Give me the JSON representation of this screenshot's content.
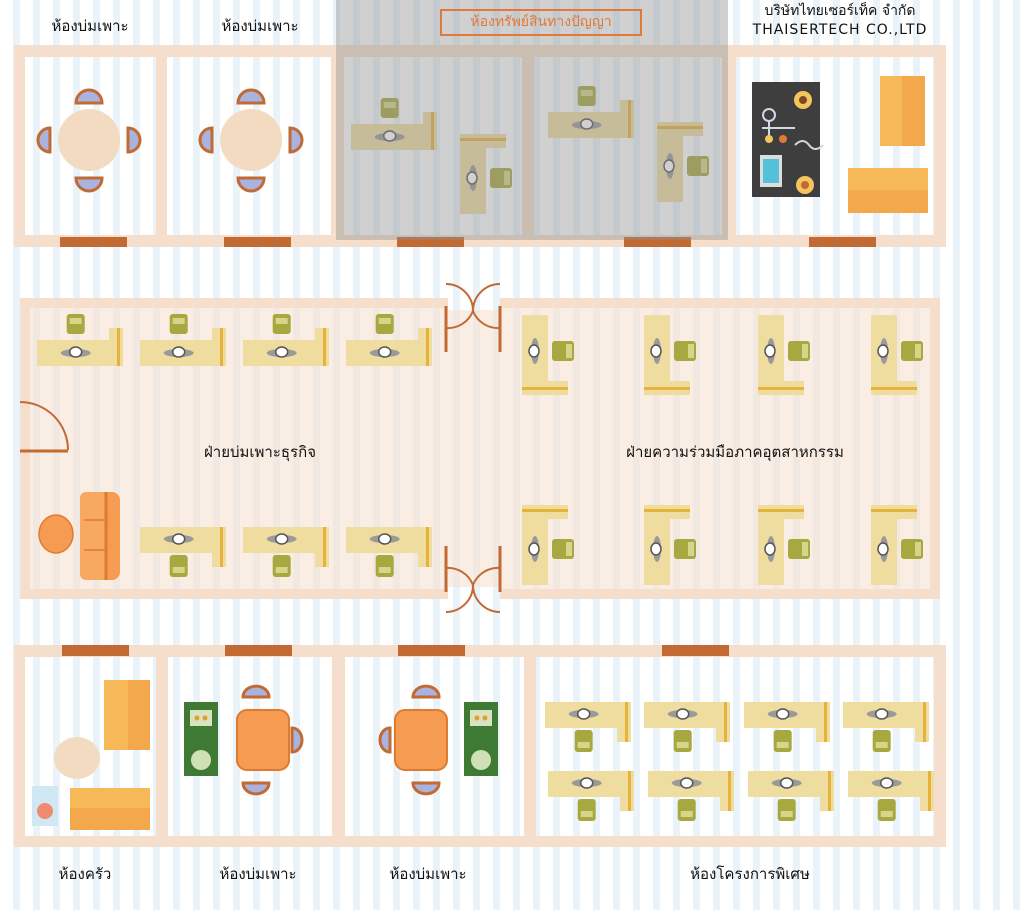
{
  "rooms": {
    "incubation_1": "ห้องบ่มเพาะ",
    "incubation_2": "ห้องบ่มเพาะ",
    "intellectual_property": "ห้องทรัพย์สินทางปัญญา",
    "company_name_th": "บริษัทไทยเซอร์เท็ค จำกัด",
    "company_name_en": "THAISERTECH CO.,LTD",
    "business_incubation_dept": "ฝ่ายบ่มเพาะธุรกิจ",
    "industry_cooperation_dept": "ฝ่ายความร่วมมือภาคอุตสาหกรรม",
    "kitchen": "ห้องครัว",
    "incubation_3": "ห้องบ่มเพาะ",
    "incubation_4": "ห้องบ่มเพาะ",
    "special_projects": "ห้องโครงการพิเศษ"
  },
  "colors": {
    "wall": "#f5dfcc",
    "floor_stripe": "#eaf3fa",
    "door": "#c26a34",
    "desk": "#efdda0",
    "desk_edge": "#e6b23a",
    "chair": "#a7a840",
    "seat_blue": "#a9b3de",
    "table_round": "#f2dbc0",
    "orange": "#f59b52",
    "ip_overlay": "#9b9b9b",
    "ip_border": "#e0793a",
    "green_cabinet": "#3f7a35"
  }
}
